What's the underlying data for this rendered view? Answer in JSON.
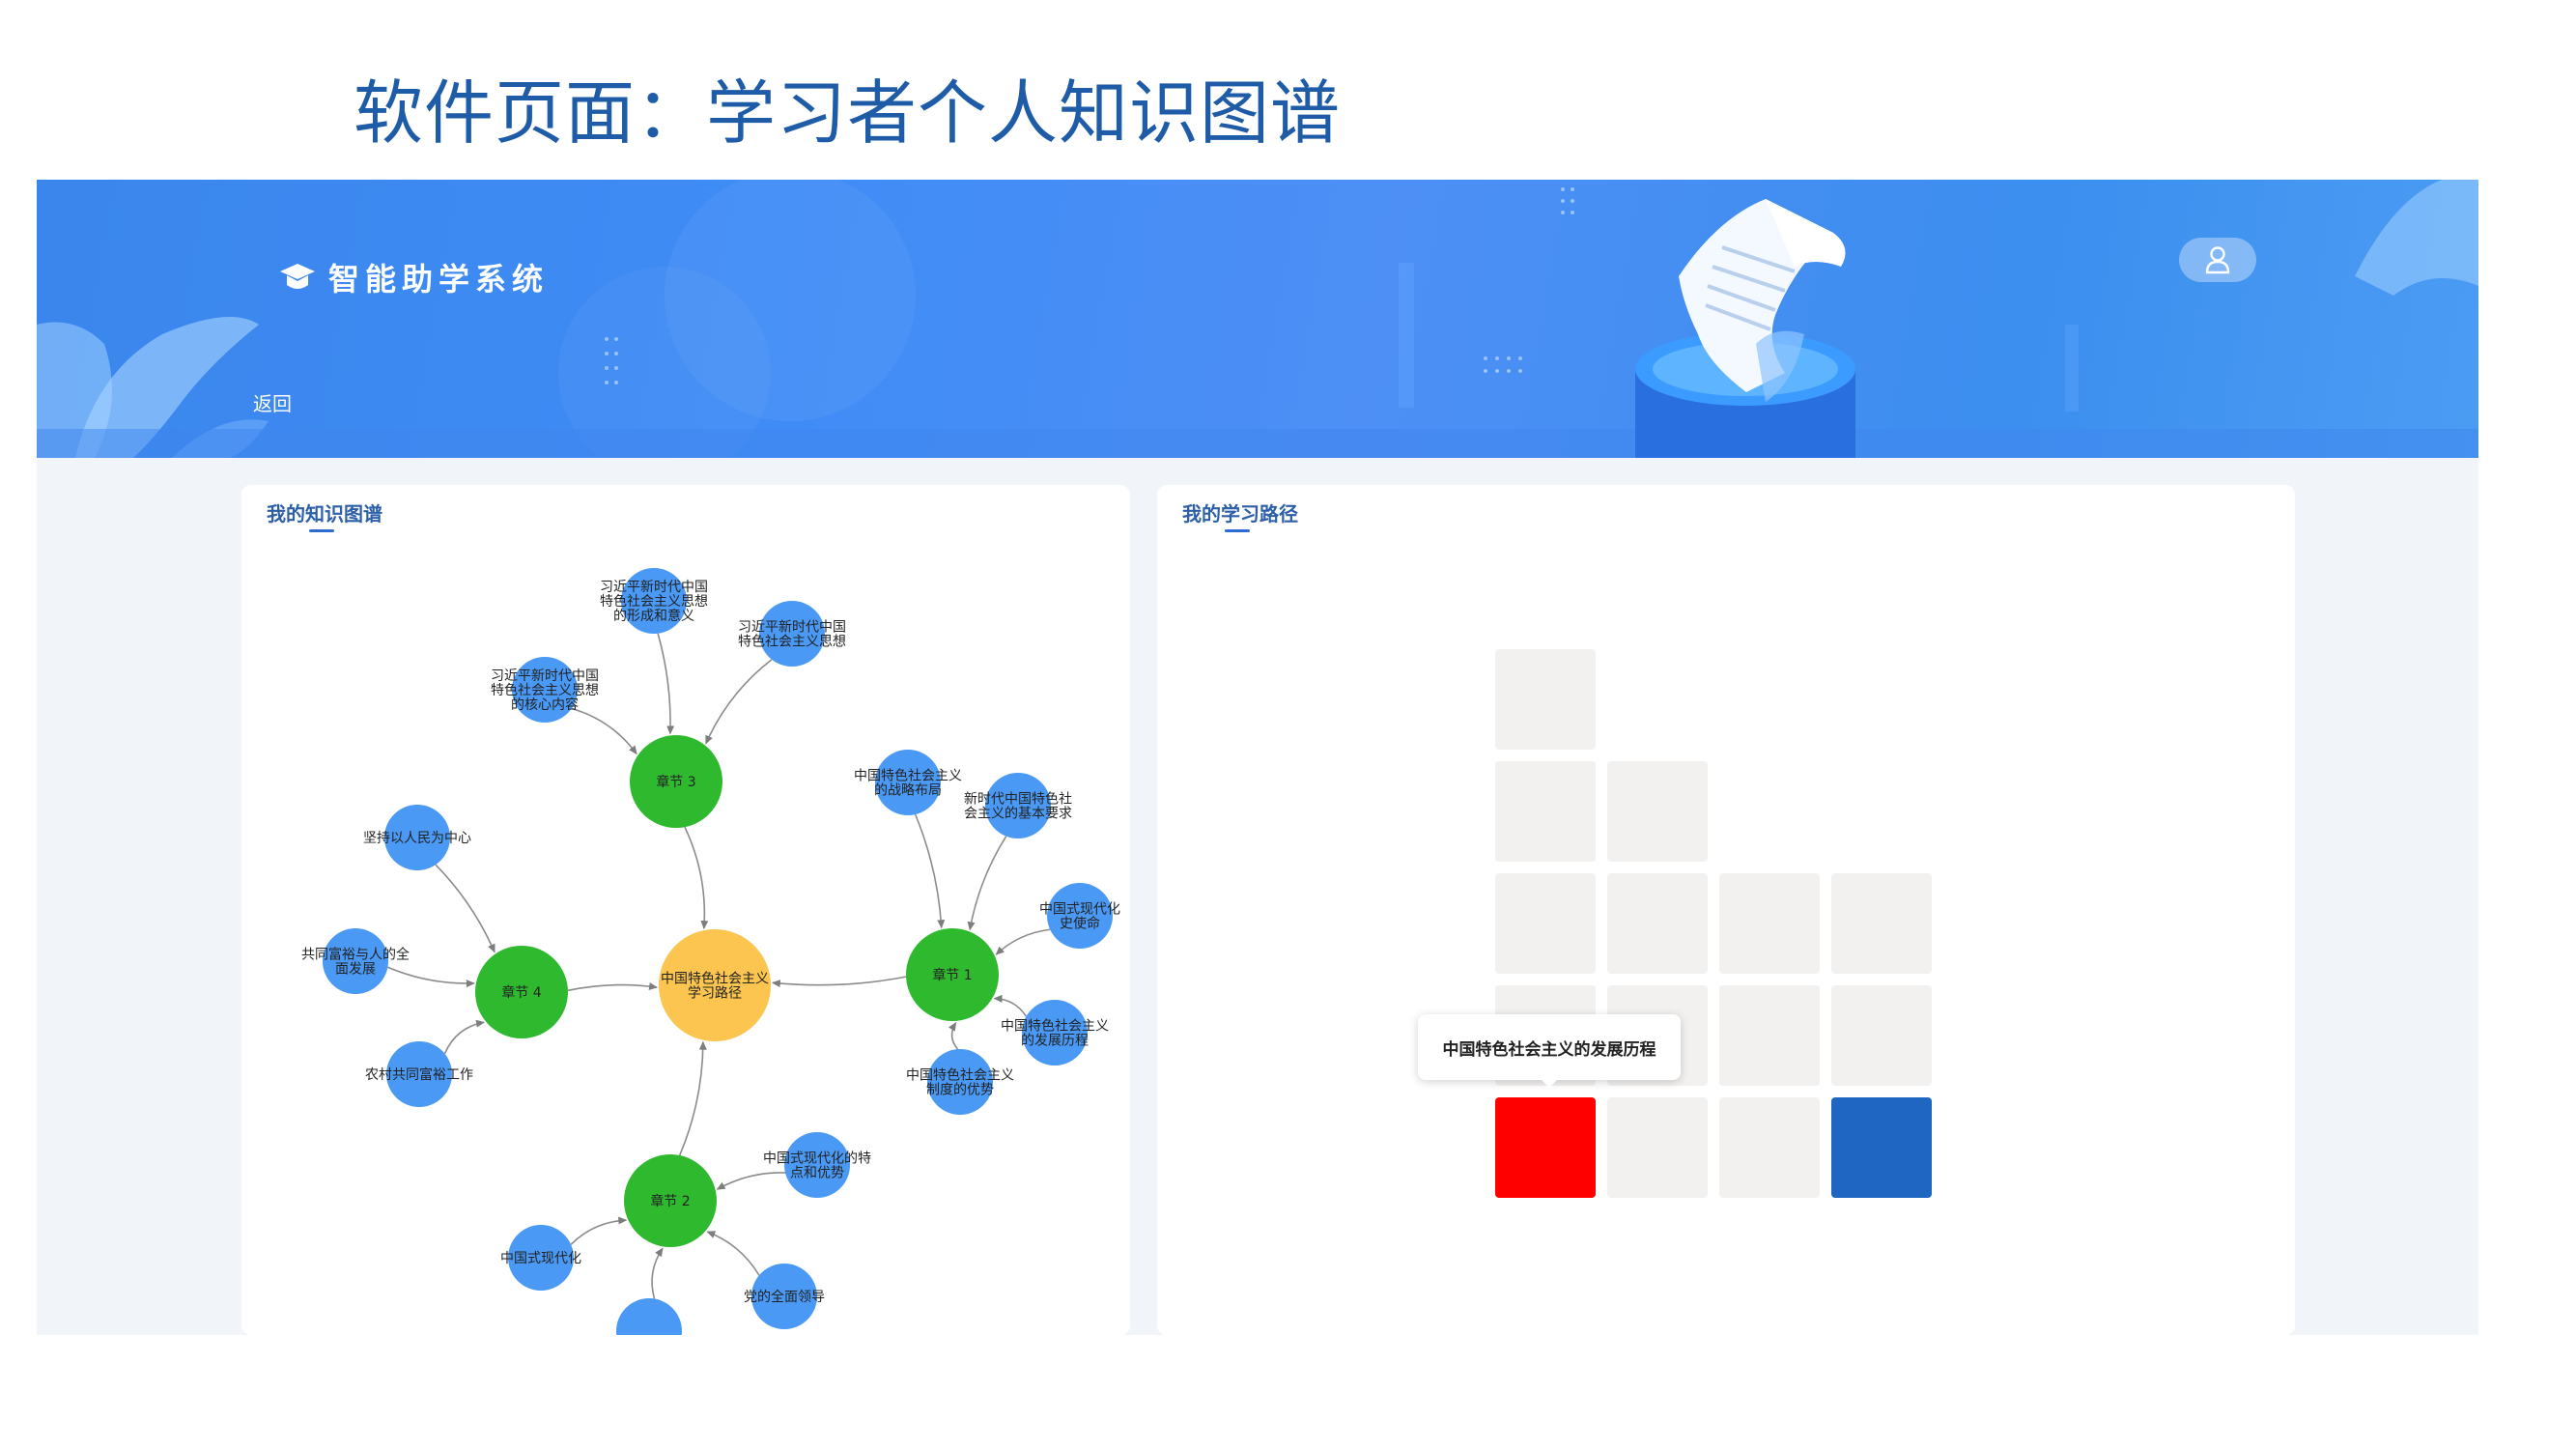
{
  "slide_title": "软件页面：学习者个人知识图谱",
  "app": {
    "name": "智能助学系统",
    "back_label": "返回",
    "user_icon": "user-icon"
  },
  "knowledge_graph": {
    "title": "我的知识图谱",
    "colors": {
      "center": "#fcc54f",
      "chapter": "#2fb92e",
      "point": "#4a99f5",
      "edge": "#8b8b8b"
    },
    "center": {
      "id": "c",
      "label": "中国特色社会主义\n学习路径"
    },
    "chapters": [
      {
        "id": "ch3",
        "label": "章节 3"
      },
      {
        "id": "ch1",
        "label": "章节 1"
      },
      {
        "id": "ch4",
        "label": "章节 4"
      },
      {
        "id": "ch2",
        "label": "章节 2"
      }
    ],
    "points": [
      {
        "id": "p1",
        "chapter": "ch3",
        "label": "习近平新时代中国\n特色社会主义思想\n的形成和意义"
      },
      {
        "id": "p2",
        "chapter": "ch3",
        "label": "习近平新时代中国\n特色社会主义思想"
      },
      {
        "id": "p3",
        "chapter": "ch3",
        "label": "习近平新时代中国\n特色社会主义思想\n的核心内容"
      },
      {
        "id": "p4",
        "chapter": "ch1",
        "label": "中国特色社会主义\n的战略布局"
      },
      {
        "id": "p5",
        "chapter": "ch1",
        "label": "新时代中国特色社\n会主义的基本要求"
      },
      {
        "id": "p6",
        "chapter": "ch1",
        "label": "中国式现代化\n史使命"
      },
      {
        "id": "p7",
        "chapter": "ch1",
        "label": "中国特色社会主义\n的发展历程"
      },
      {
        "id": "p8",
        "chapter": "ch1",
        "label": "中国特色社会主义\n制度的优势"
      },
      {
        "id": "p9",
        "chapter": "ch4",
        "label": "坚持以人民为中心"
      },
      {
        "id": "p10",
        "chapter": "ch4",
        "label": "共同富裕与人的全\n面发展"
      },
      {
        "id": "p11",
        "chapter": "ch4",
        "label": "农村共同富裕工作"
      },
      {
        "id": "p12",
        "chapter": "ch2",
        "label": "中国式现代化的特\n点和优势"
      },
      {
        "id": "p13",
        "chapter": "ch2",
        "label": "中国式现代化"
      },
      {
        "id": "p14",
        "chapter": "ch2",
        "label": "党的全面领导"
      },
      {
        "id": "p15",
        "chapter": "ch2",
        "label": ""
      }
    ]
  },
  "learning_path": {
    "title": "我的学习路径",
    "tooltip": "中国特色社会主义的发展历程",
    "colors": {
      "empty": "#f3f1ef",
      "current": "#ff0000",
      "target": "#1f66c2"
    },
    "rows": [
      [
        "empty"
      ],
      [
        "empty",
        "empty"
      ],
      [
        "empty",
        "empty",
        "empty",
        "empty"
      ],
      [
        "empty",
        "empty",
        "empty",
        "empty"
      ],
      [
        "current",
        "empty",
        "empty",
        "target"
      ]
    ]
  }
}
